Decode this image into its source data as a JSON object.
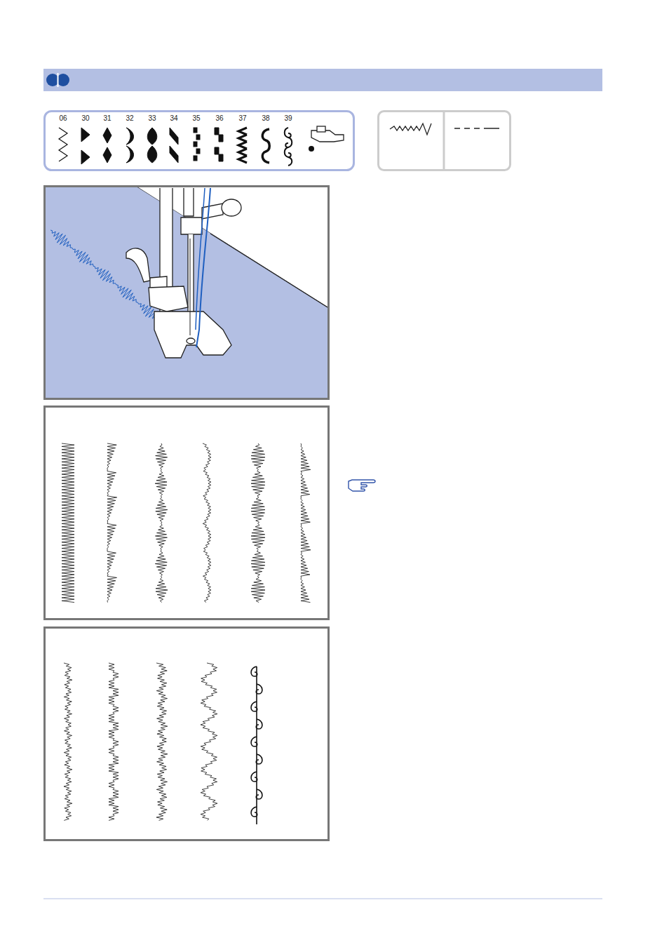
{
  "diagram": {
    "nodes": [
      {
        "text": [
          "06",
          "30",
          "31",
          "32",
          "33",
          "34",
          "35",
          "36",
          "37",
          "38",
          "39"
        ]
      }
    ]
  }
}
